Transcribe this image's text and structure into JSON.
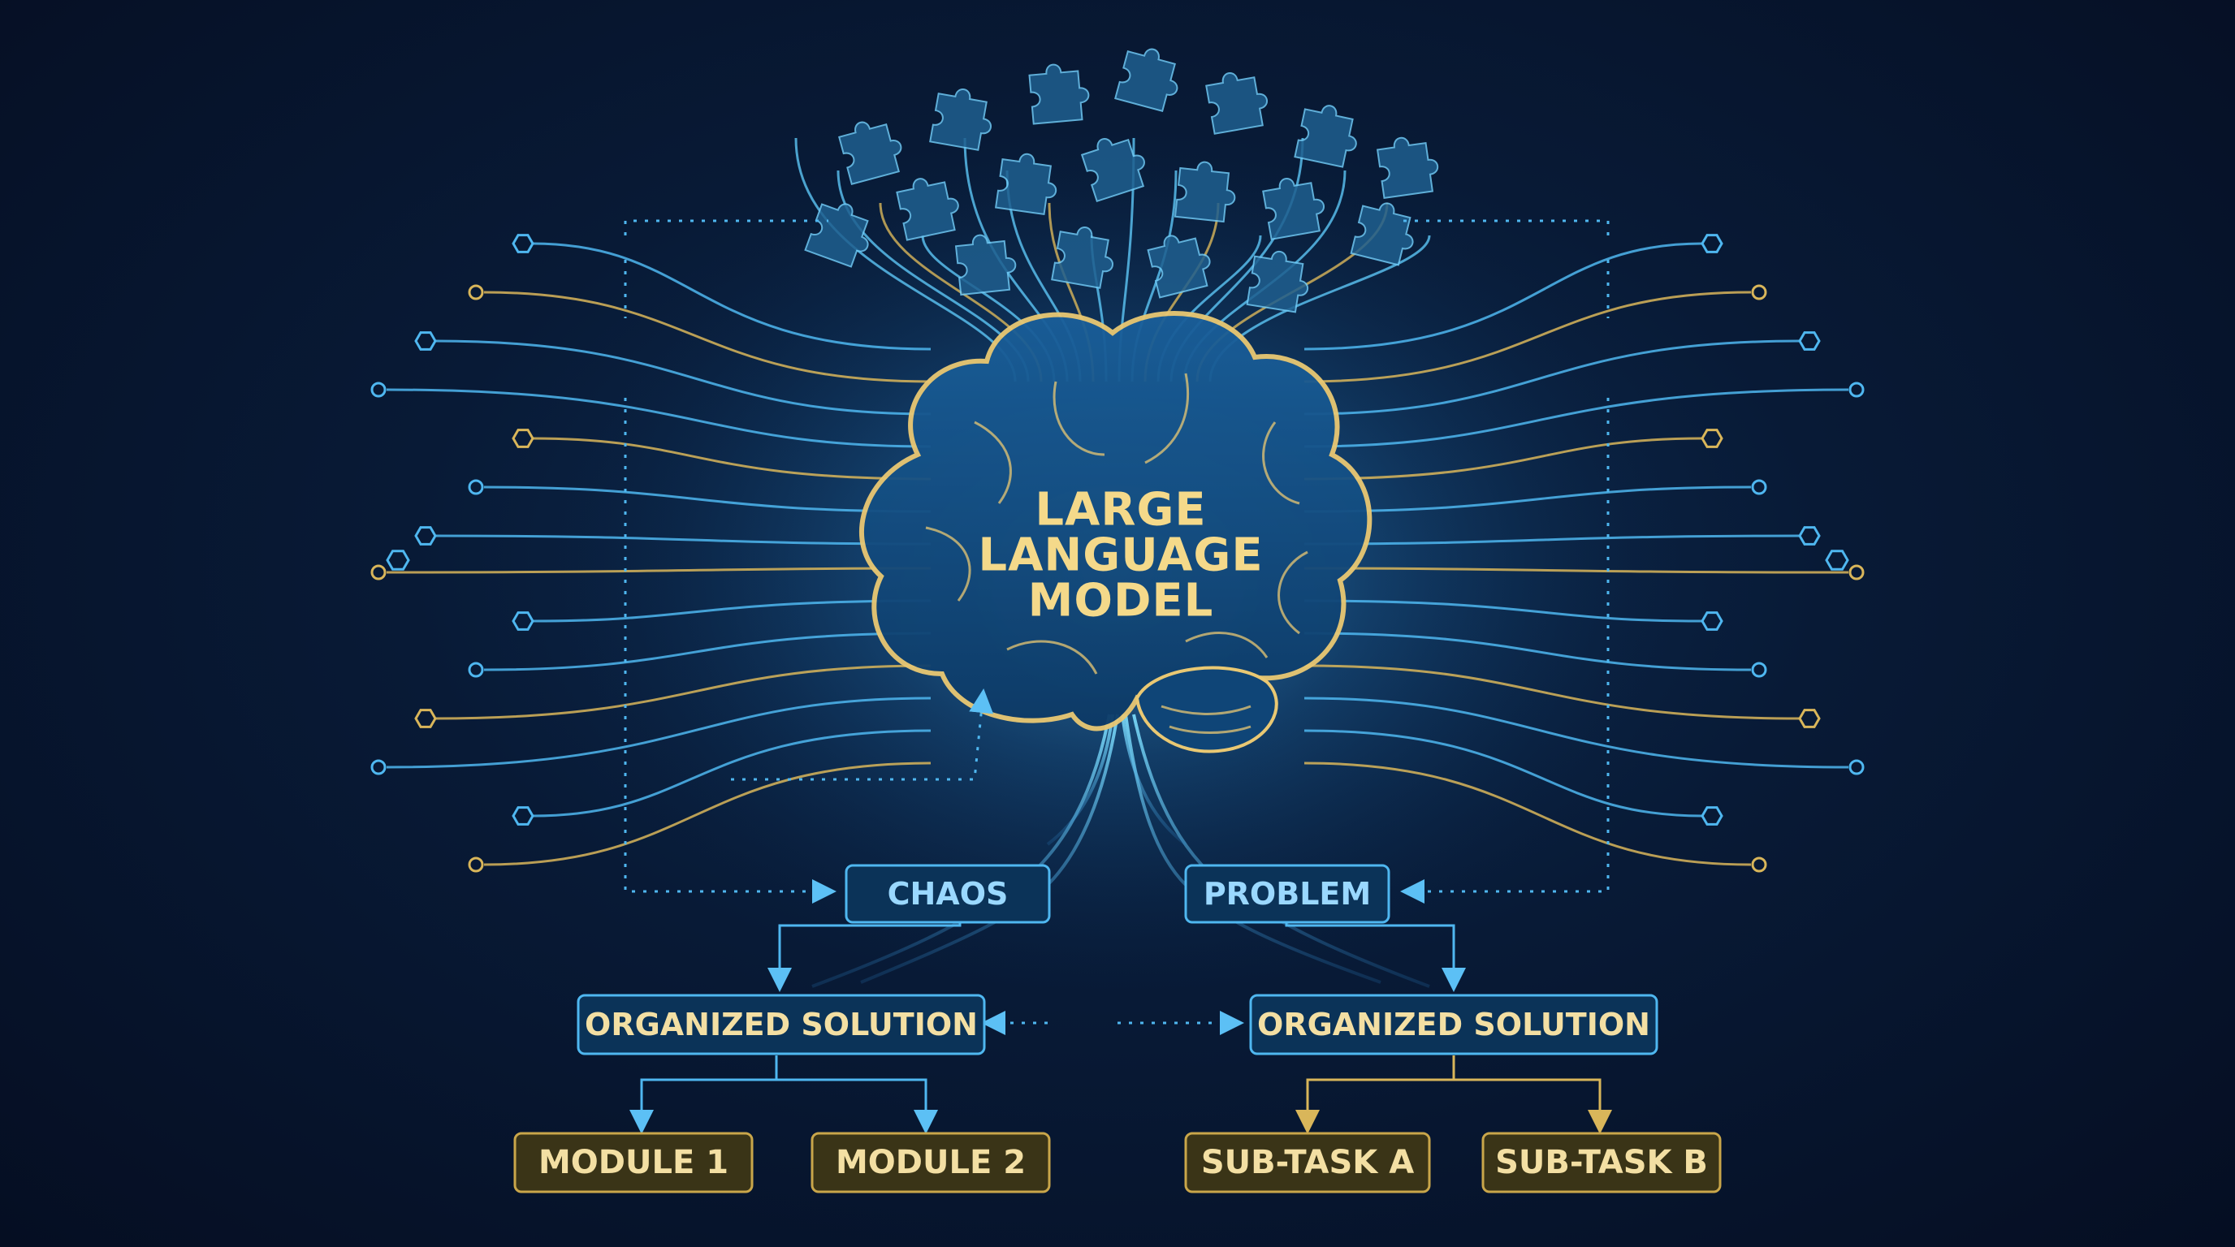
{
  "title_lines": [
    "LARGE",
    "LANGUAGE",
    "MODEL"
  ],
  "nodes": {
    "chaos": "CHAOS",
    "problem": "PROBLEM",
    "solution_left": "ORGANIZED SOLUTION",
    "solution_right": "ORGANIZED SOLUTION",
    "module1": "MODULE 1",
    "module2": "MODULE 2",
    "subtask_a": "SUB-TASK A",
    "subtask_b": "SUB-TASK B"
  },
  "icons": [
    "puzzle-piece-icon",
    "brain-icon",
    "circuit-node-icon"
  ],
  "colors": {
    "background": "#071834",
    "accent_blue": "#4fb7f0",
    "accent_gold": "#d9b65a",
    "text_blue": "#9ad8ff",
    "text_gold": "#f3dfa3"
  }
}
